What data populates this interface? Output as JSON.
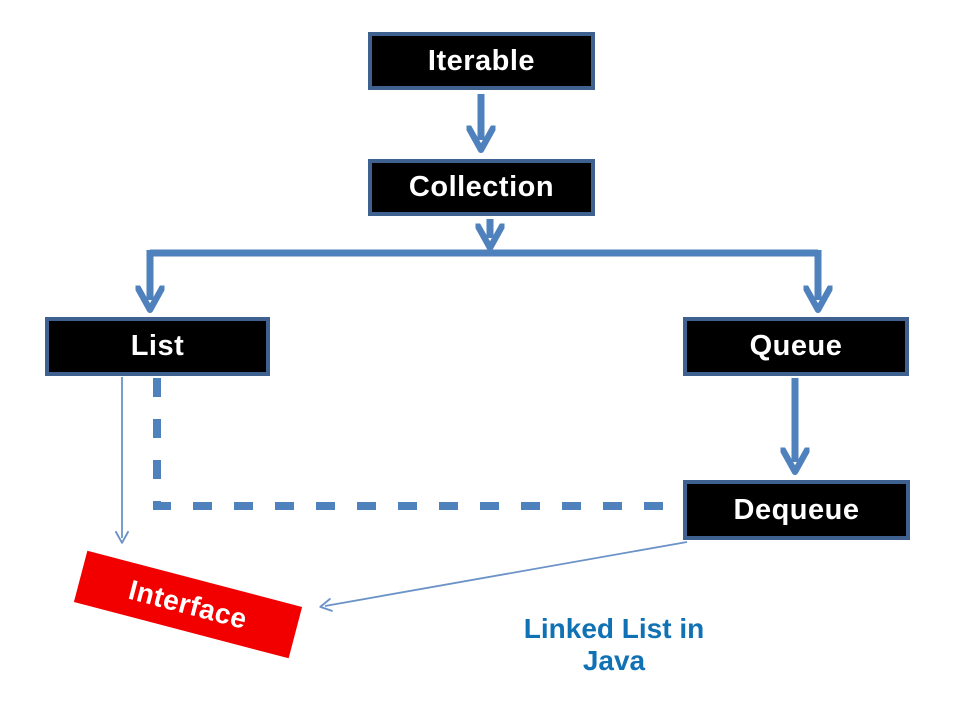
{
  "diagram": {
    "title": "Linked List in Java",
    "title_color": "#1072B5",
    "nodes": {
      "iterable": {
        "label": "Iterable"
      },
      "collection": {
        "label": "Collection"
      },
      "list": {
        "label": "List"
      },
      "queue": {
        "label": "Queue"
      },
      "dequeue": {
        "label": "Dequeue"
      }
    },
    "annotation": {
      "label": "Interface",
      "fill_color": "#F20000",
      "text_color": "#FFFFFF"
    },
    "edges": [
      {
        "from": "Iterable",
        "to": "Collection",
        "style": "solid-thick-arrow"
      },
      {
        "from": "Collection",
        "to": "List",
        "style": "solid-thick-arrow"
      },
      {
        "from": "Collection",
        "to": "Queue",
        "style": "solid-thick-arrow"
      },
      {
        "from": "Queue",
        "to": "Dequeue",
        "style": "solid-thick-arrow"
      },
      {
        "from": "List",
        "to": "Dequeue",
        "style": "dashed-thick"
      },
      {
        "from": "List",
        "to": "Interface",
        "style": "thin-arrow"
      },
      {
        "from": "Dequeue",
        "to": "Interface",
        "style": "thin-arrow"
      }
    ],
    "colors": {
      "node_fill": "#000000",
      "node_border": "#3E6190",
      "node_text": "#FFFFFF",
      "connector": "#4F81BD",
      "thin_connector": "#6B93C8"
    }
  }
}
